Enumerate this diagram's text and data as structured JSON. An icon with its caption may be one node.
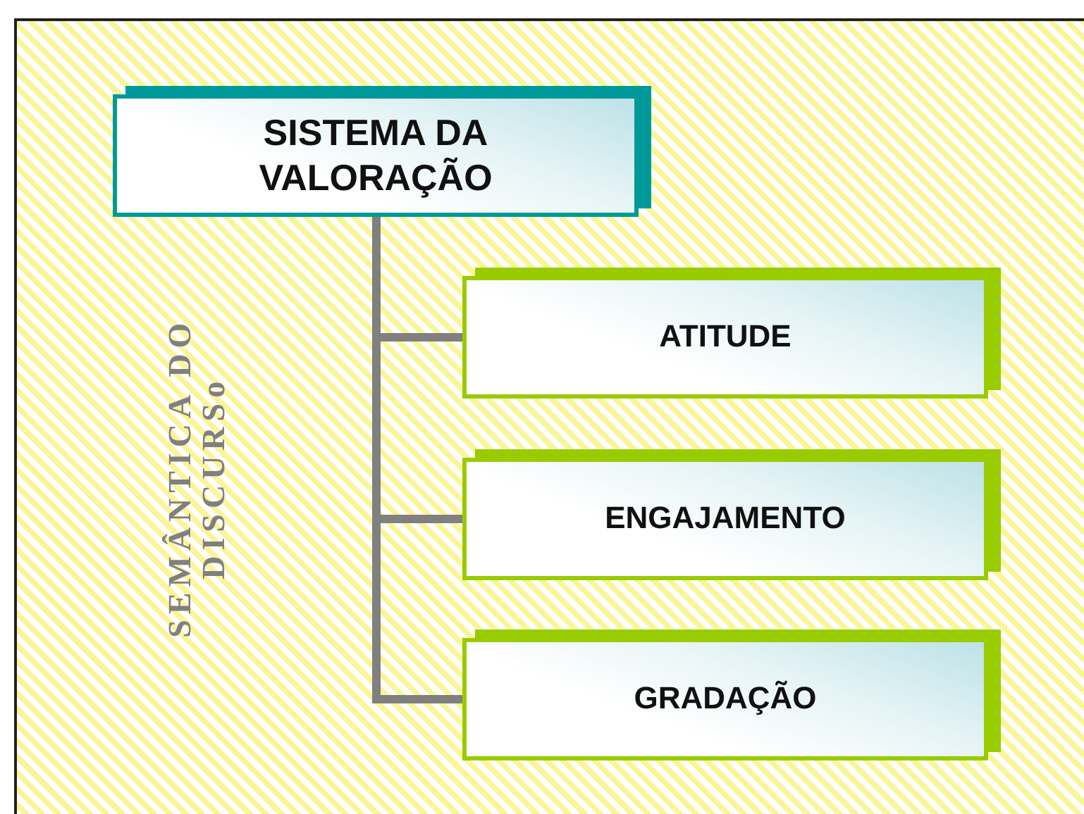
{
  "diagram": {
    "nodes": [
      {
        "text": [
          "SISTEMA DA VALORAÇÃO"
        ]
      },
      {
        "text": [
          "ATITUDE"
        ]
      },
      {
        "text": [
          "ENGAJAMENTO"
        ]
      },
      {
        "text": [
          "GRADAÇÃO"
        ]
      }
    ],
    "edges": [
      {
        "from": 0,
        "to": 1,
        "arrow": "none"
      },
      {
        "from": 0,
        "to": 2,
        "arrow": "none"
      },
      {
        "from": 0,
        "to": 3,
        "arrow": "none"
      }
    ],
    "labels": [
      "SEMÂNTICA DO DISCURSo"
    ]
  }
}
